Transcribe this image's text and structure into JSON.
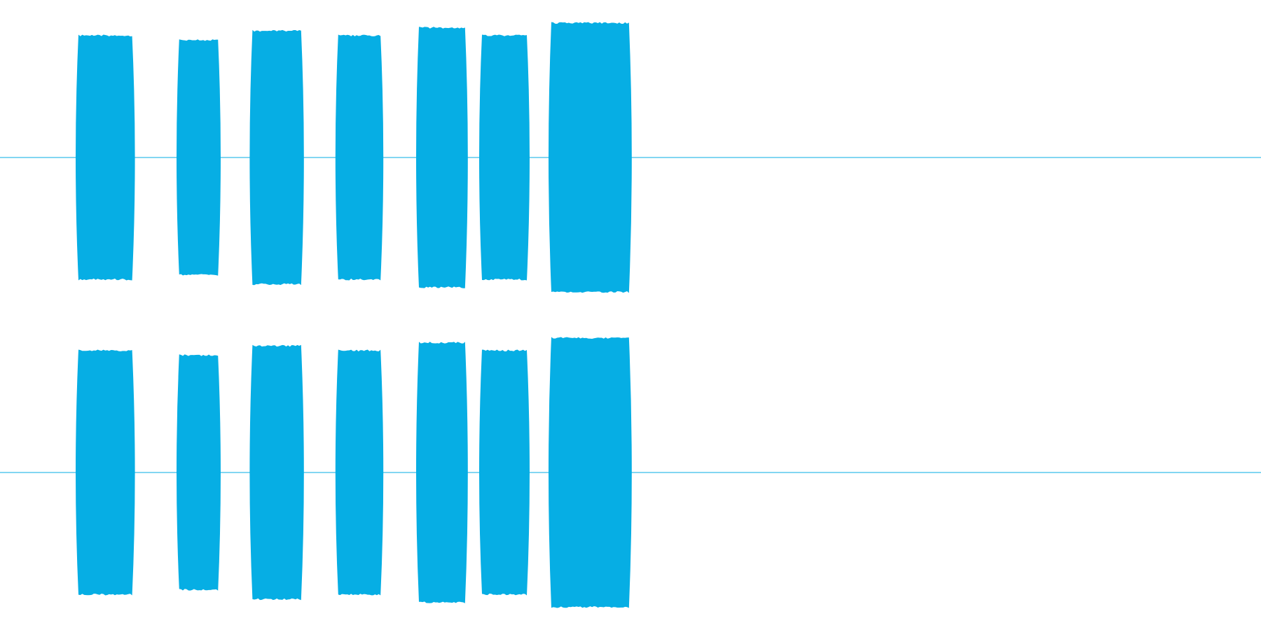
{
  "waveform": {
    "color": "#06aee4",
    "background": "#ffffff",
    "channels": [
      {
        "name_hint": "",
        "amplitude_range": [
          -1,
          1
        ],
        "segments": [
          {
            "start": 0.06,
            "end": 0.107,
            "peak": 0.78
          },
          {
            "start": 0.14,
            "end": 0.175,
            "peak": 0.75
          },
          {
            "start": 0.198,
            "end": 0.241,
            "peak": 0.81
          },
          {
            "start": 0.266,
            "end": 0.304,
            "peak": 0.78
          },
          {
            "start": 0.33,
            "end": 0.371,
            "peak": 0.83
          },
          {
            "start": 0.38,
            "end": 0.42,
            "peak": 0.78
          },
          {
            "start": 0.435,
            "end": 0.501,
            "peak": 0.86
          }
        ]
      },
      {
        "name_hint": "",
        "amplitude_range": [
          -1,
          1
        ],
        "segments": [
          {
            "start": 0.06,
            "end": 0.107,
            "peak": 0.78
          },
          {
            "start": 0.14,
            "end": 0.175,
            "peak": 0.75
          },
          {
            "start": 0.198,
            "end": 0.241,
            "peak": 0.81
          },
          {
            "start": 0.266,
            "end": 0.304,
            "peak": 0.78
          },
          {
            "start": 0.33,
            "end": 0.371,
            "peak": 0.83
          },
          {
            "start": 0.38,
            "end": 0.42,
            "peak": 0.78
          },
          {
            "start": 0.435,
            "end": 0.501,
            "peak": 0.86
          }
        ]
      }
    ]
  }
}
